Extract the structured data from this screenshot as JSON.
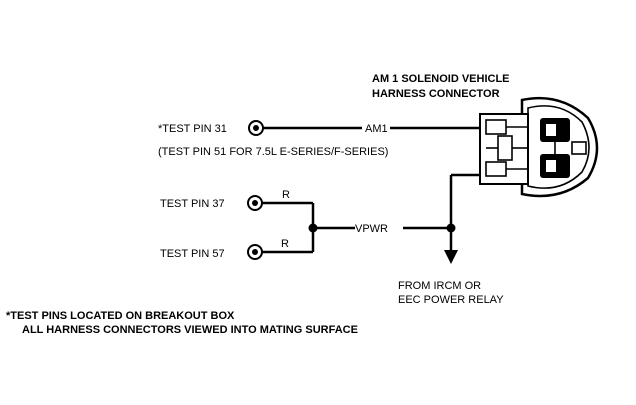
{
  "connector": {
    "title_line1": "AM 1 SOLENOID VEHICLE",
    "title_line2": "HARNESS CONNECTOR"
  },
  "pins": {
    "pin31_label": "*TEST PIN 31",
    "pin31_note": "(TEST PIN 51 FOR 7.5L E-SERIES/F-SERIES)",
    "pin37_label": "TEST PIN 37",
    "pin57_label": "TEST PIN 57"
  },
  "wires": {
    "am1": "AM1",
    "r_upper": "R",
    "r_lower": "R",
    "vpwr": "VPWR"
  },
  "source": {
    "line1": "FROM IRCM OR",
    "line2": "EEC POWER RELAY"
  },
  "notes": {
    "line1": "*TEST PINS LOCATED ON BREAKOUT BOX",
    "line2": "ALL HARNESS CONNECTORS VIEWED INTO MATING SURFACE"
  }
}
